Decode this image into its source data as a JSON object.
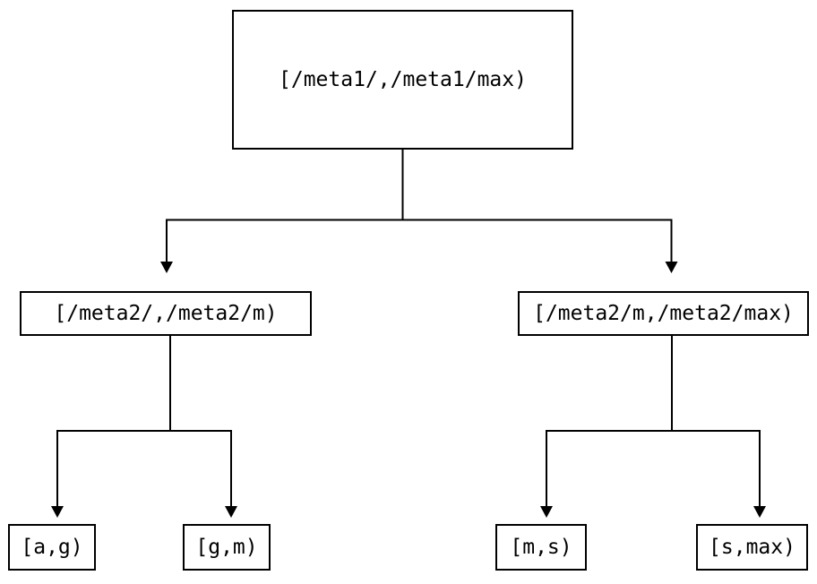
{
  "diagram": {
    "type": "tree",
    "orientation": "top-down",
    "background_color": "#ffffff",
    "stroke_color": "#000000",
    "text_color": "#000000",
    "stroke_width": 2,
    "arrowhead_style": "filled-triangle",
    "nodes": {
      "root": {
        "label": "[/meta1/,/meta1/max)",
        "level": 0
      },
      "mid_left": {
        "label": "[/meta2/,/meta2/m)",
        "level": 1
      },
      "mid_right": {
        "label": "[/meta2/m,/meta2/max)",
        "level": 1
      },
      "leaf_ag": {
        "label": "[a,g)",
        "level": 2
      },
      "leaf_gm": {
        "label": "[g,m)",
        "level": 2
      },
      "leaf_ms": {
        "label": "[m,s)",
        "level": 2
      },
      "leaf_smax": {
        "label": "[s,max)",
        "level": 2
      }
    },
    "edges": [
      {
        "from": "root",
        "to": "mid_left"
      },
      {
        "from": "root",
        "to": "mid_right"
      },
      {
        "from": "mid_left",
        "to": "leaf_ag"
      },
      {
        "from": "mid_left",
        "to": "leaf_gm"
      },
      {
        "from": "mid_right",
        "to": "leaf_ms"
      },
      {
        "from": "mid_right",
        "to": "leaf_smax"
      }
    ]
  }
}
